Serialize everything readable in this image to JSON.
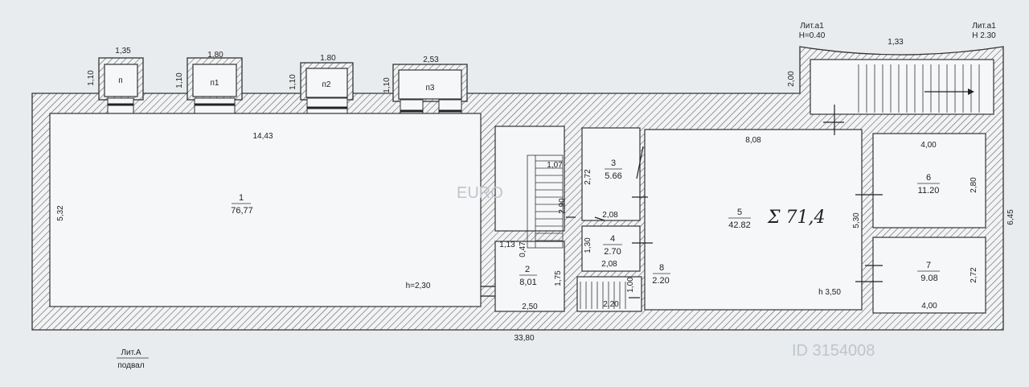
{
  "sheet": {
    "litera_a": "Лит.А",
    "floor_label": "подвал",
    "litera_a1_left": "Лит.а1",
    "height_a1_left": "Н=0.40",
    "litera_a1_right": "Лит.а1",
    "height_a1_right": "Н 2.30"
  },
  "rooms": [
    {
      "no": "1",
      "area": "76,77"
    },
    {
      "no": "2",
      "area": "8,01"
    },
    {
      "no": "3",
      "area": "5.66"
    },
    {
      "no": "4",
      "area": "2.70"
    },
    {
      "no": "5",
      "area": "42.82"
    },
    {
      "no": "6",
      "area": "11.20"
    },
    {
      "no": "7",
      "area": "9.08"
    },
    {
      "no": "8",
      "area": "2.20"
    }
  ],
  "niches": [
    "п",
    "п1",
    "п2",
    "п3"
  ],
  "heights": {
    "room1": "h=2,30",
    "room5": "h 3,50"
  },
  "handwritten_sum": "Σ 71,4",
  "dimensions": {
    "n_w": "1,35",
    "n_h": "1,10",
    "n1_w": "1.80",
    "n1_h": "1,10",
    "n2_w": "1.80",
    "n2_h": "1,10",
    "n3_w": "2,53",
    "n3_h": "1,10",
    "room1_w": "14,43",
    "room1_h": "5,32",
    "total_w": "33,80",
    "stair_w": "1,07",
    "stair_h": "2,90",
    "r2_d1": "1,13",
    "r2_d2": "0,47",
    "r2_h": "1,75",
    "r2_w": "2,50",
    "r3_h": "2,72",
    "r3_w": "2,08",
    "r4_h": "1,30",
    "r4_w": "2,08",
    "r8_w": "2,20",
    "r8_h": "1,00",
    "r5_w": "8,08",
    "r5_h": "5,30",
    "r6_w": "4,00",
    "r6_h": "2,80",
    "r7_w": "4,00",
    "r7_h": "2,72",
    "right_h": "6,45",
    "ext_w": "1,33",
    "ext_h": "2,00"
  },
  "watermark_left": "EURO",
  "watermark_id": "ID 3154008"
}
